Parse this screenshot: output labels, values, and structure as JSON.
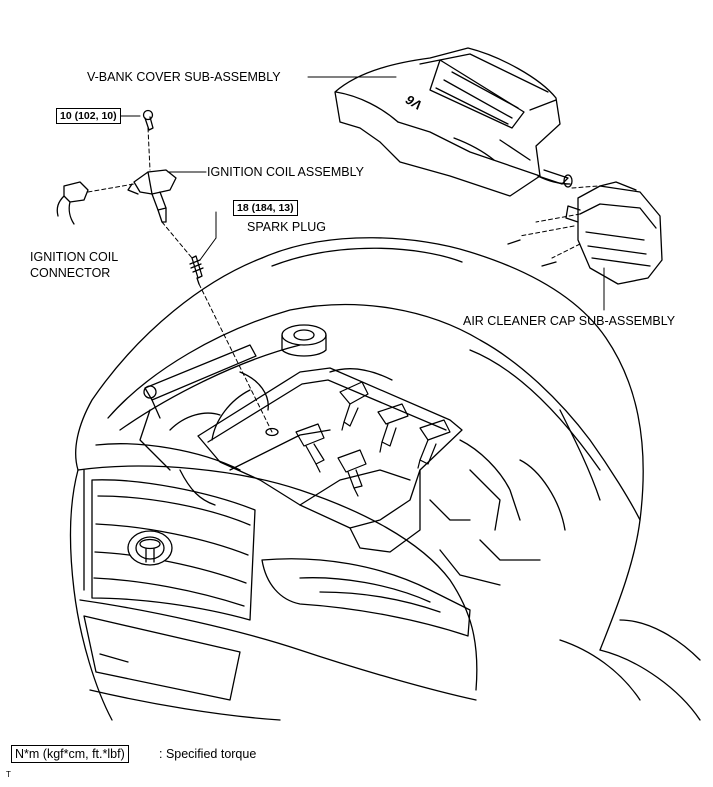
{
  "labels": {
    "vbank_cover": "V-BANK COVER SUB-ASSEMBLY",
    "ignition_coil_assembly": "IGNITION COIL ASSEMBLY",
    "spark_plug": "SPARK PLUG",
    "ignition_coil_connector_line1": "IGNITION COIL",
    "ignition_coil_connector_line2": "CONNECTOR",
    "air_cleaner_cap": "AIR CLEANER CAP SUB-ASSEMBLY"
  },
  "torque": {
    "coil_bolt": "10 (102, 10)",
    "spark_plug": "18 (184, 13)"
  },
  "legend": {
    "unit_box": "N*m (kgf*cm, ft.*lbf)",
    "description": ": Specified torque"
  },
  "engraving": {
    "cover_badge": "V6"
  },
  "corner_mark": "T"
}
